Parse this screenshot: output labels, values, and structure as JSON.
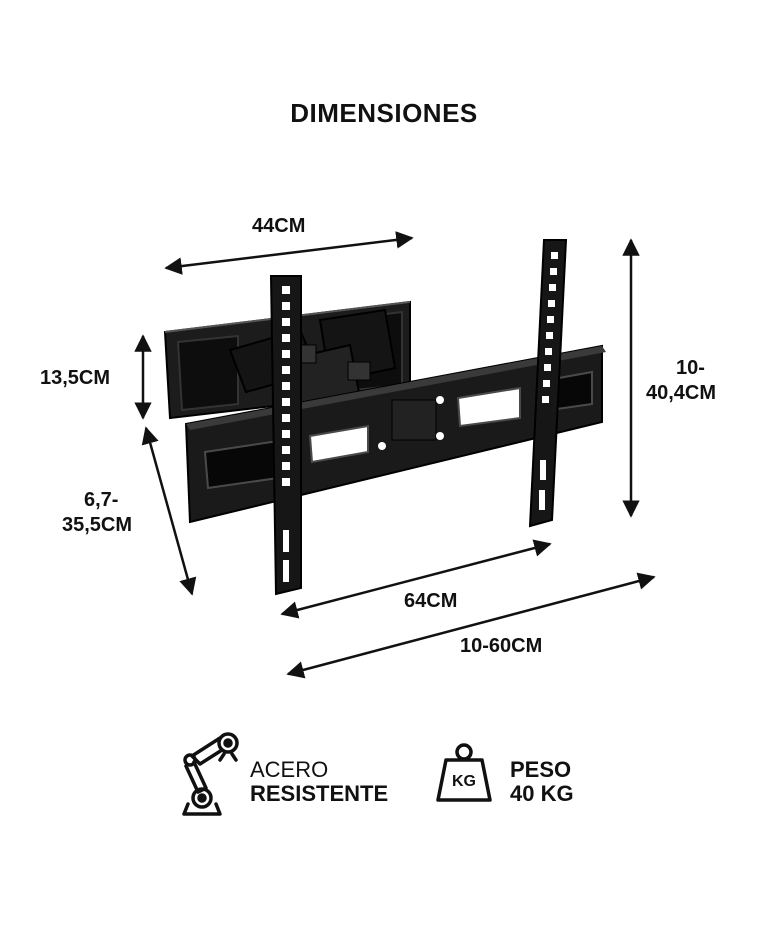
{
  "title": "DIMENSIONES",
  "dimensions": {
    "top_width": "44CM",
    "arm_height": "13,5CM",
    "extension": [
      "6,7-",
      "35,5CM"
    ],
    "vertical": [
      "10-",
      "40,4CM"
    ],
    "plate_width": "64CM",
    "total_width": "10-60CM"
  },
  "features": {
    "material": {
      "icon": "robotic-arm-icon",
      "line1": "ACERO",
      "line2": "RESISTENTE"
    },
    "weight": {
      "icon": "kg-weight-icon",
      "badge": "KG",
      "line1": "PESO",
      "line2": "40 KG"
    }
  },
  "colors": {
    "ink": "#111111",
    "mount": "#1a1a1a",
    "hole": "#ffffff"
  }
}
